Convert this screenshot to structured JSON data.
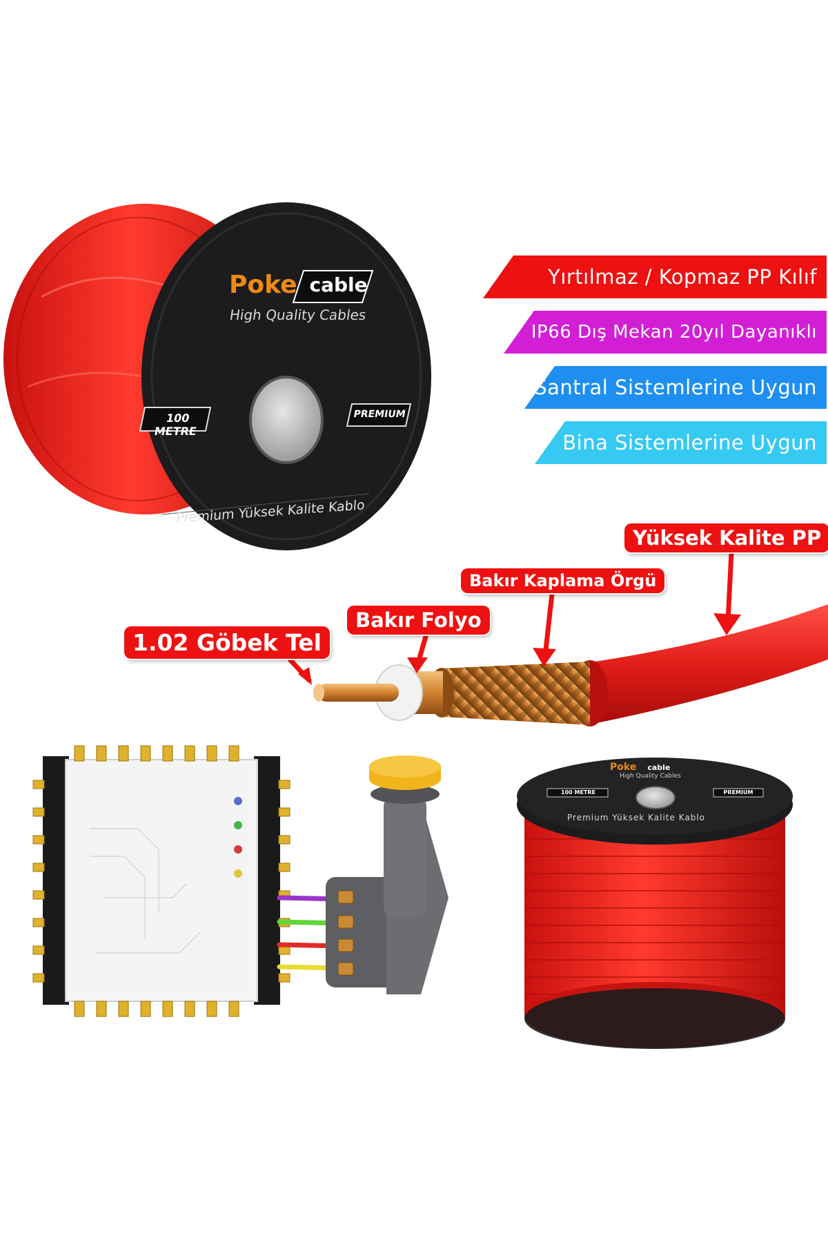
{
  "product": {
    "brand_primary": "Poke",
    "brand_secondary": "cable",
    "tagline": "High Quality Cables",
    "length_badge": "100 METRE",
    "grade_badge": "PREMIUM",
    "label_text": "Premium Yüksek Kalite Kablo"
  },
  "features": [
    {
      "label": "Yırtılmaz / Kopmaz PP Kılıf",
      "color": "#ee1111"
    },
    {
      "label": "IP66 Dış Mekan 20yıl Dayanıklı",
      "color": "#d21fd6"
    },
    {
      "label": "Santral Sistemlerine Uygun",
      "color": "#1e8ff0"
    },
    {
      "label": "Bina Sistemlerine Uygun",
      "color": "#36c9f2"
    }
  ],
  "layers": {
    "core": "1.02 Göbek Tel",
    "foil": "Bakır Folyo",
    "braid": "Bakır Kaplama Örgü",
    "jacket": "Yüksek Kalite PP"
  },
  "colors": {
    "cable_red": "#e8201c",
    "spool_black": "#1c1c1e",
    "copper": "#d98a3a",
    "lnb_yellow": "#f2b41b",
    "lnb_grey": "#6b6d70"
  }
}
